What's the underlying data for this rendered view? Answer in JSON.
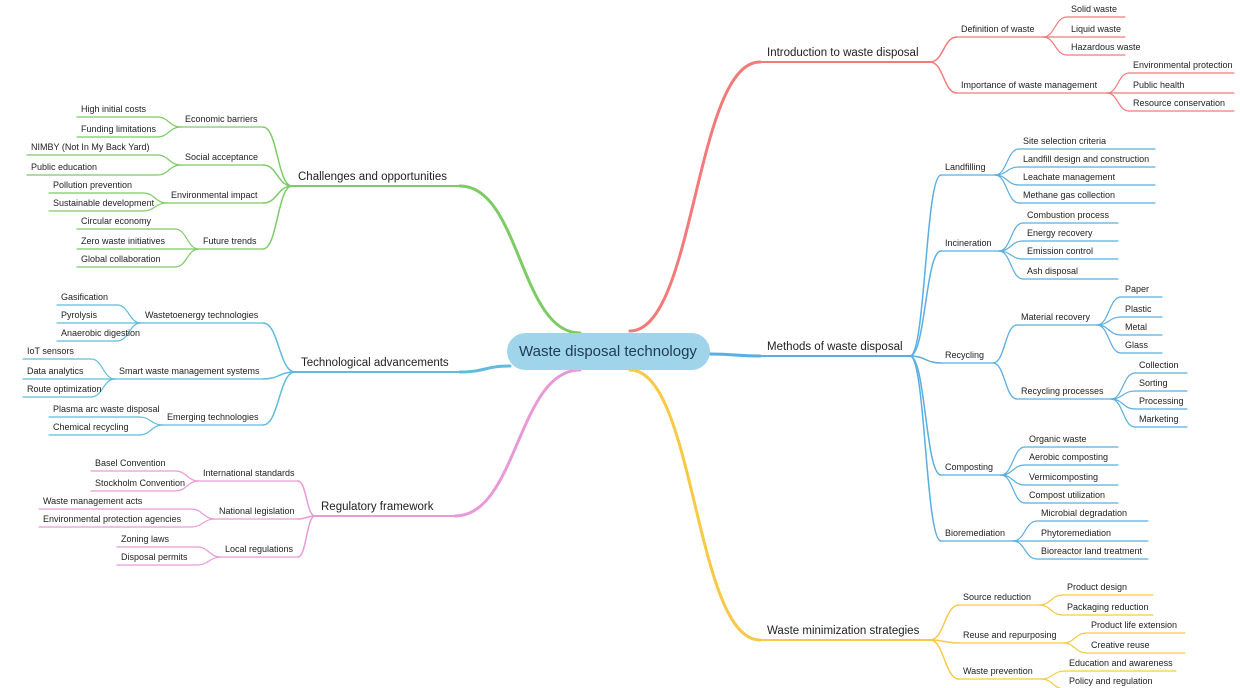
{
  "root": {
    "label": "Waste disposal technology",
    "color": "#9fd4ea"
  },
  "branches": [
    {
      "id": "intro",
      "label": "Introduction to waste disposal",
      "color": "#f27a7a",
      "children": [
        {
          "label": "Definition of waste",
          "children": [
            "Solid waste",
            "Liquid waste",
            "Hazardous waste"
          ]
        },
        {
          "label": "Importance of waste management",
          "children": [
            "Environmental protection",
            "Public health",
            "Resource conservation"
          ]
        }
      ]
    },
    {
      "id": "methods",
      "label": "Methods of waste disposal",
      "color": "#5aaee0",
      "children": [
        {
          "label": "Landfilling",
          "children": [
            "Site selection criteria",
            "Landfill design and construction",
            "Leachate management",
            "Methane gas collection"
          ]
        },
        {
          "label": "Incineration",
          "children": [
            "Combustion process",
            "Energy recovery",
            "Emission control",
            "Ash disposal"
          ]
        },
        {
          "label": "Recycling",
          "children": [
            {
              "label": "Material recovery",
              "children": [
                "Paper",
                "Plastic",
                "Metal",
                "Glass"
              ]
            },
            {
              "label": "Recycling processes",
              "children": [
                "Collection",
                "Sorting",
                "Processing",
                "Marketing"
              ]
            }
          ]
        },
        {
          "label": "Composting",
          "children": [
            "Organic waste",
            "Aerobic composting",
            "Vermicomposting",
            "Compost utilization"
          ]
        },
        {
          "label": "Bioremediation",
          "children": [
            "Microbial degradation",
            "Phytoremediation",
            "Bioreactor land treatment"
          ]
        }
      ]
    },
    {
      "id": "minimization",
      "label": "Waste minimization strategies",
      "color": "#f7c948",
      "children": [
        {
          "label": "Source reduction",
          "children": [
            "Product design",
            "Packaging reduction"
          ]
        },
        {
          "label": "Reuse and repurposing",
          "children": [
            "Product life extension",
            "Creative reuse"
          ]
        },
        {
          "label": "Waste prevention",
          "children": [
            "Education and awareness",
            "Policy and regulation"
          ]
        }
      ]
    },
    {
      "id": "challenges",
      "label": "Challenges and opportunities",
      "color": "#7dcb66",
      "children": [
        {
          "label": "Economic barriers",
          "children": [
            "High initial costs",
            "Funding limitations"
          ]
        },
        {
          "label": "Social acceptance",
          "children": [
            "NIMBY (Not In My Back Yard)",
            "Public education"
          ]
        },
        {
          "label": "Environmental impact",
          "children": [
            "Pollution prevention",
            "Sustainable development"
          ]
        },
        {
          "label": "Future trends",
          "children": [
            "Circular economy",
            "Zero waste initiatives",
            "Global collaboration"
          ]
        }
      ]
    },
    {
      "id": "tech",
      "label": "Technological advancements",
      "color": "#5fbcdc",
      "children": [
        {
          "label": "Wastetoenergy technologies",
          "children": [
            "Gasification",
            "Pyrolysis",
            "Anaerobic digestion"
          ]
        },
        {
          "label": "Smart waste management systems",
          "children": [
            "IoT sensors",
            "Data analytics",
            "Route optimization"
          ]
        },
        {
          "label": "Emerging technologies",
          "children": [
            "Plasma arc waste disposal",
            "Chemical recycling"
          ]
        }
      ]
    },
    {
      "id": "regulatory",
      "label": "Regulatory framework",
      "color": "#e89ad8",
      "children": [
        {
          "label": "International standards",
          "children": [
            "Basel Convention",
            "Stockholm Convention"
          ]
        },
        {
          "label": "National legislation",
          "children": [
            "Waste management acts",
            "Environmental protection agencies"
          ]
        },
        {
          "label": "Local regulations",
          "children": [
            "Zoning laws",
            "Disposal permits"
          ]
        }
      ]
    }
  ]
}
